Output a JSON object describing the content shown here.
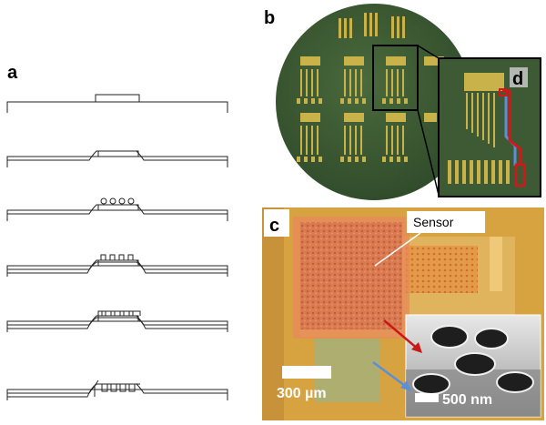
{
  "panels": {
    "a": {
      "label": "a"
    },
    "b": {
      "label": "b"
    },
    "c": {
      "label": "c"
    },
    "d": {
      "label": "d"
    }
  },
  "annotations": {
    "sensor_label": "Sensor",
    "scale_bar_main": "300 µm",
    "scale_bar_inset": "500 nm"
  },
  "colors": {
    "wafer": "#3d5a33",
    "gold": "#c9b24a",
    "sensor_orange": "#e07a4f",
    "trace_red": "#d01818",
    "trace_blue": "#5b8fd6"
  }
}
